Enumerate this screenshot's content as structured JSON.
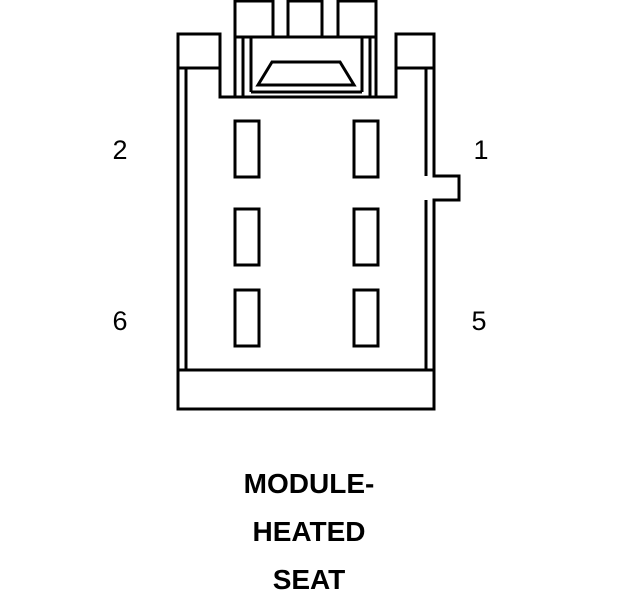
{
  "connector": {
    "pin_labels": {
      "pin_1": "1",
      "pin_2": "2",
      "pin_5": "5",
      "pin_6": "6"
    },
    "title_lines": [
      "MODULE-",
      "HEATED",
      "SEAT"
    ]
  },
  "colors": {
    "stroke": "#000000",
    "background": "#ffffff"
  }
}
